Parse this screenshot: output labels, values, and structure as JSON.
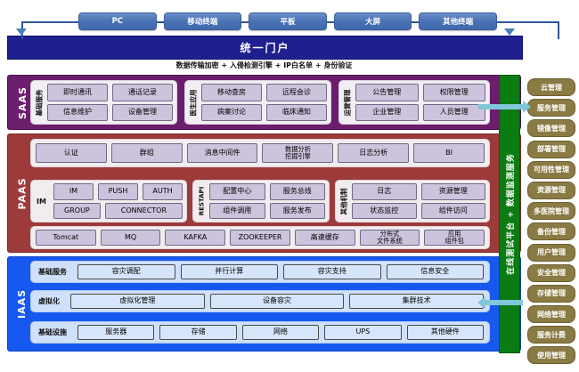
{
  "terminals": [
    {
      "label": "PC"
    },
    {
      "label": "移动终端"
    },
    {
      "label": "平板"
    },
    {
      "label": "大屏"
    },
    {
      "label": "其他终端"
    }
  ],
  "portal": {
    "title": "统一门户",
    "subtitle": "数据传输加密 + 入侵检测引擎 + IP白名单 + 身份验证"
  },
  "layers": {
    "saas": {
      "tag": "SAAS",
      "groups": [
        {
          "label": "基础服务",
          "rows": [
            [
              "即时通讯",
              "通话记录"
            ],
            [
              "信息维护",
              "设备管理"
            ]
          ]
        },
        {
          "label": "医生应用",
          "rows": [
            [
              "移动查房",
              "远程会诊"
            ],
            [
              "病案讨论",
              "临床通知"
            ]
          ]
        },
        {
          "label": "运营管理",
          "rows": [
            [
              "公告管理",
              "权限管理"
            ],
            [
              "企业管理",
              "人员管理"
            ]
          ]
        }
      ]
    },
    "paas": {
      "tag": "PAAS",
      "top_row": [
        "认证",
        "群组",
        "消息中间件",
        "数据分析\n挖掘引擎",
        "日志分析",
        "BI"
      ],
      "groups": [
        {
          "label": "IM",
          "rows": [
            [
              "IM",
              "PUSH",
              "AUTH"
            ],
            [
              "GROUP",
              "CONNECTOR"
            ]
          ]
        },
        {
          "label": "RESTAPI",
          "rows": [
            [
              "配置中心",
              "服务总线"
            ],
            [
              "组件调用",
              "服务发布"
            ]
          ]
        },
        {
          "label": "其他机制",
          "rows": [
            [
              "日志",
              "资源管理"
            ],
            [
              "状态监控",
              "组件访问"
            ]
          ]
        }
      ],
      "bottom_row": [
        "Tomcat",
        "MQ",
        "KAFKA",
        "ZOOKEEPER",
        "高速缓存",
        "分布式\n文件系统",
        "应用\n组件包"
      ]
    },
    "iaas": {
      "tag": "IAAS",
      "rows": [
        {
          "label": "基础服务",
          "items": [
            "容灾调配",
            "并行计算",
            "容灾支持",
            "信息安全"
          ]
        },
        {
          "label": "虚拟化",
          "items": [
            "虚拟化管理",
            "设备容灾",
            "集群技术"
          ]
        },
        {
          "label": "基础设施",
          "items": [
            "服务器",
            "存储",
            "网络",
            "UPS",
            "其他硬件"
          ]
        }
      ]
    }
  },
  "green_band": {
    "label": "在线测试平台 + 数据监测服务"
  },
  "sidebar": {
    "items": [
      {
        "label": "云管理"
      },
      {
        "label": "服务管理"
      },
      {
        "label": "镜像管理"
      },
      {
        "label": "部署管理"
      },
      {
        "label": "可用性管理"
      },
      {
        "label": "资源管理"
      },
      {
        "label": "多医院管理"
      },
      {
        "label": "备份管理"
      },
      {
        "label": "用户管理"
      },
      {
        "label": "安全管理"
      },
      {
        "label": "存储管理"
      },
      {
        "label": "网络管理"
      },
      {
        "label": "服务计费"
      },
      {
        "label": "使用管理"
      }
    ]
  },
  "colors": {
    "portal": "#1f1f8f",
    "saas": "#6c1d6c",
    "paas": "#9d3b3b",
    "iaas": "#1758f0",
    "green": "#0b7c12",
    "sidebar": "#8a7a43",
    "terminal": "#4a72b5",
    "arrow": "#7fc7d9"
  }
}
